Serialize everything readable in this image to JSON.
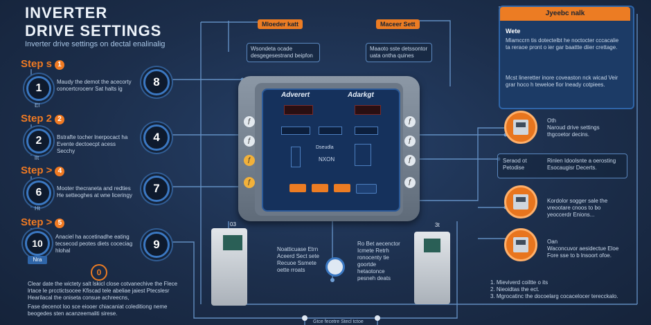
{
  "header": {
    "title_line1": "INVERTER",
    "title_line2": "DRIVE SETTINGS",
    "subtitle": "Inverter drive settings on dectal enalinalig"
  },
  "steps": [
    {
      "label": "Step s",
      "badge": "1",
      "number": "1",
      "tag": "El",
      "desc": "Maudy the demot the acecorty concertcrocenr Sat halts ig"
    },
    {
      "label": "Step 2",
      "badge": "2",
      "number": "2",
      "tag": "lIt",
      "desc": "Bstrafte tocher lnerpocact ha Evente dectoecpt acess Secchy"
    },
    {
      "label": "Step >",
      "badge": "4",
      "number": "6",
      "tag": "Ht",
      "desc": "Mooter thecraneta and redties He setteoghes at wne liceringy"
    },
    {
      "label": "Step >",
      "badge": "5",
      "number": "10",
      "tag": "Nra",
      "desc": "Anaciel ha accetinadhe eating tecsecod peotes diets coceciag hlohal"
    }
  ],
  "mid_numbers": [
    "8",
    "4",
    "7",
    "9"
  ],
  "top_labels": [
    {
      "tag": "Mloeder katt",
      "desc": "Wsondeta ocade desgegesestrand beipfon"
    },
    {
      "tag": "Maceer Sett",
      "desc": "Maaoto sste detssontor uata ontha quines"
    }
  ],
  "device": {
    "brand_left": "Adverert",
    "brand_right": "Adarkgt",
    "center_text": "Dseudla",
    "center_text2": "NXON",
    "side_icon": "ƒ"
  },
  "bottom_left_note": "Clear date the wictety salt lskicl close cotvanechive the Flece lrtace le prcctictsocee Kfiscad tele abeliae jaiest Ptecslesr Hearilacal the oniseta consue achreecns, Fase decenot loo sce eiooer chiacaniat coleditiong neme beogedes sten acanzeemaliti sirese.",
  "bottom_left_note_p1": "Clear date the wictety salt lskicl close cotvanechive the Flece lrtace le prcctictsocee Kfiscad tele abeliae jaiest Ptecslesr Hearilacal the oniseta consue achreecns,",
  "bottom_left_note_p2": "Fase decenot loo sce eiooer chiacaniat coleditiong neme beogedes sten acanzeemaliti sirese.",
  "bottom_left_badge": "0",
  "bottom_center": [
    {
      "desc": "Noatticuase Etrn Aceerd Sect sete Recuoe Ssmete oette rroats"
    },
    {
      "desc": "Ro Bet aecenctor Icmete Retrh ronocenty tie goortde hetaotonce pesneh deats"
    }
  ],
  "bottom_footer": "Gtce fecetre Stecl tctoe",
  "right_header": {
    "tag": "Jyeebc nalk",
    "title": "Wete",
    "text1": "Mlamccrn tis dotectelbt he noctocter cccacalie ta reraoe pront o ier gar baattte diier crettage.",
    "text2": "Mcst lineretter inore coveaston nck wicad Veir grar hoco h teweloe fior lneady cotpiees."
  },
  "right_items": [
    {
      "title": "Oth",
      "desc": "Naroud drive settings thgcoetor decins."
    },
    {
      "title": "Seraod ot Petodise",
      "desc": "Rinlen Idoolsnte a oerosting Esocaugisr Decerts."
    },
    {
      "title": "",
      "desc": "Kordolor sogger sale the vreootare cnoos to bo yeoccerdr Enions..."
    },
    {
      "title": "Oan",
      "desc": "Waconcuvor aesidectue Eloe Fore sse to b lnsoort ofoe."
    }
  ],
  "right_bottom_list": [
    "1. Mieviverd coiltte o its",
    "2. Nieoidtas the ect.",
    "3. Mgrocatinc the docoelarg cocacelocer terecckalo."
  ],
  "small_labels": [
    "03",
    "3t"
  ]
}
